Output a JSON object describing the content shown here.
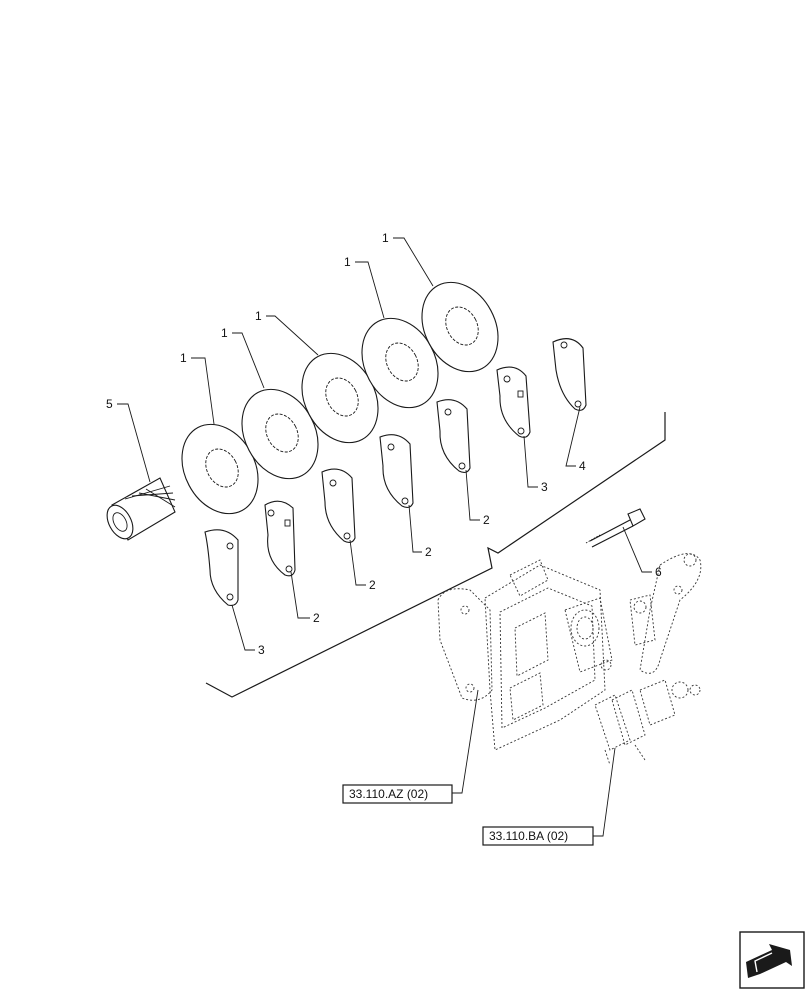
{
  "callouts": {
    "c1": "1",
    "c2": "2",
    "c3": "3",
    "c4": "4",
    "c5": "5",
    "c6": "6"
  },
  "references": {
    "ref_a": "33.110.AZ (02)",
    "ref_b": "33.110.BA (02)"
  },
  "icons": {
    "nav": "next-page-arrow-icon"
  }
}
